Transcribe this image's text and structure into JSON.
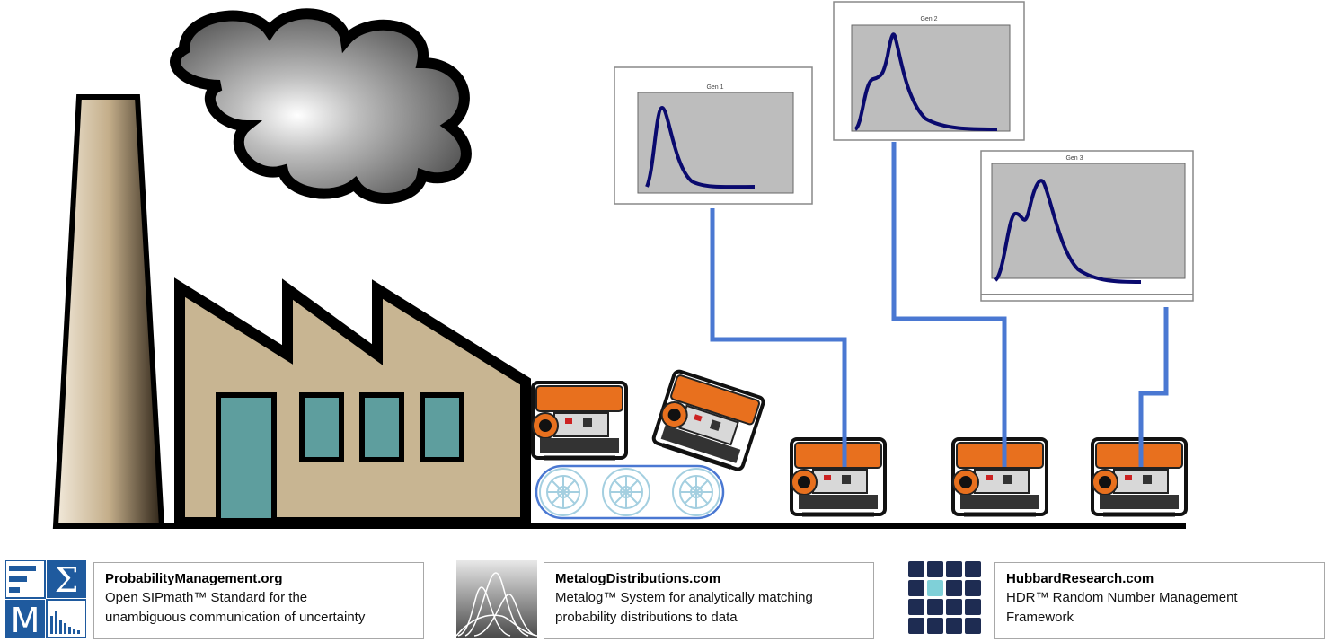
{
  "charts": [
    {
      "title": "Gen 1"
    },
    {
      "title": "Gen 2"
    },
    {
      "title": "Gen 3"
    }
  ],
  "footer": {
    "items": [
      {
        "title": "ProbabilityManagement.org",
        "line1": "Open SIPmath™ Standard for the",
        "line2": "unambiguous communication of uncertainty",
        "logo_icon": "sigma-logo-icon"
      },
      {
        "title": "MetalogDistributions.com",
        "line1": "Metalog™ System for analytically matching",
        "line2": "probability distributions to data",
        "logo_icon": "metalog-curves-icon"
      },
      {
        "title": "HubbardResearch.com",
        "line1": "HDR™ Random Number Management",
        "line2": "Framework",
        "logo_icon": "grid-logo-icon"
      }
    ]
  },
  "colors": {
    "connector": "#4a78d2",
    "factory_wall": "#c8b592",
    "window": "#5e9e9e",
    "generator_orange": "#e8701e",
    "chart_bg": "#bdbdbd",
    "chart_line": "#0a0a6e",
    "logo_blue": "#1f5a9e",
    "grid_navy": "#1e2c52"
  }
}
